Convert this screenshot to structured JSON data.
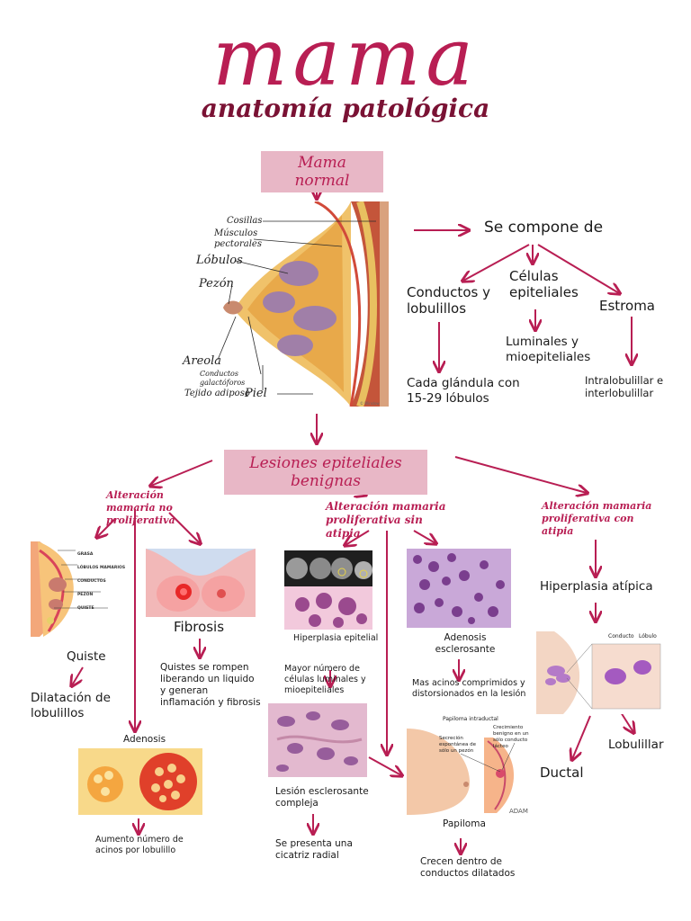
{
  "header": {
    "title": "mama",
    "subtitle": "anatomía patológica"
  },
  "normal": {
    "banner": "Mama normal",
    "labels": {
      "costillas": "Cosillas",
      "musculos": "Músculos pectorales",
      "lobulos": "Lóbulos",
      "pezon": "Pezón",
      "areola": "Areola",
      "conductos": "Conductos galactóforos",
      "tejido": "Tejido adiposo",
      "piel": "Piel"
    },
    "compone": "Se compone de",
    "conductos": "Conductos y lobulillos",
    "celulas": "Células epiteliales",
    "estroma": "Estroma",
    "glandula": "Cada glándula con 15-29 lóbulos",
    "luminales": "Luminales y mioepiteliales",
    "intralobulillar": "Intralobulillar e interlobulillar"
  },
  "lesiones": {
    "banner": "Lesiones epiteliales benignas",
    "no_prolif": {
      "heading": "Alteración mamaria no proliferativa",
      "img1_labels": [
        "GRASA",
        "LÓBULOS MAMARIOS",
        "CONDUCTOS",
        "PEZÓN",
        "QUISTE"
      ],
      "quiste": "Quiste",
      "dilatacion": "Dilatación de lobulillos",
      "fibrosis": "Fibrosis",
      "fibrosis_desc": "Quistes se rompen liberando un liquido y generan inflamación y fibrosis",
      "adenosis": "Adenosis",
      "adenosis_desc": "Aumento número de acinos por lobulillo"
    },
    "sin_atipia": {
      "heading": "Alteración mamaria proliferativa sin atipia",
      "hiperplasia": "Hiperplasia epitelial",
      "hiperplasia_desc": "Mayor número de células luminales y mioepiteliales",
      "adenosis_escl": "Adenosis esclerosante",
      "adenosis_escl_desc": "Mas acinos comprimidos y distorsionados en la lesión",
      "lesion_escl": "Lesión esclerosante compleja",
      "lesion_escl_desc": "Se presenta una cicatriz radial",
      "papiloma_title": "Papiloma intraductal",
      "papiloma_l1": "Secreción espontánea de sólo un pezón",
      "papiloma_l2": "Crecimiento benigno en un sólo conducto lácteo",
      "adam": "ADAM",
      "papiloma": "Papiloma",
      "papiloma_desc": "Crecen dentro de conductos dilatados"
    },
    "con_atipia": {
      "heading": "Alteración mamaria proliferativa con atipia",
      "hiperplasia": "Hiperplasia atípica",
      "img_labels": [
        "Conducto",
        "Lóbulo"
      ],
      "lobulillar": "Lobulillar",
      "ductal": "Ductal"
    }
  },
  "colors": {
    "accent": "#b81e53",
    "banner_bg": "#e8b7c6",
    "dark": "#7a1234"
  }
}
